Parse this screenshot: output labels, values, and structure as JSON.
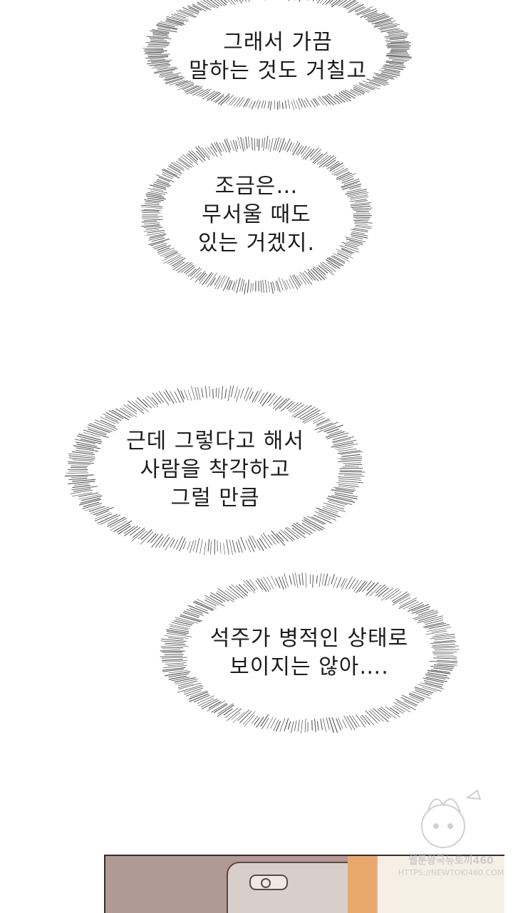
{
  "bubbles": [
    {
      "lines": [
        "그래서 가끔",
        "말하는 것도 거칠고"
      ]
    },
    {
      "lines": [
        "조금은…",
        "무서울 때도",
        "있는 거겠지."
      ]
    },
    {
      "lines": [
        "근데 그렇다고 해서",
        "사람을 착각하고",
        "그럴 만큼"
      ]
    },
    {
      "lines": [
        "석주가 병적인 상태로",
        "보이지는 않아…."
      ]
    }
  ],
  "watermark": {
    "line1": "웹툰왕국뉴토끼460",
    "line2": "HTTPS://NEWTOKI460.COM"
  },
  "colors": {
    "text": "#1c1c1c",
    "burst": "#555555",
    "panel_bg": "#b09a93"
  }
}
